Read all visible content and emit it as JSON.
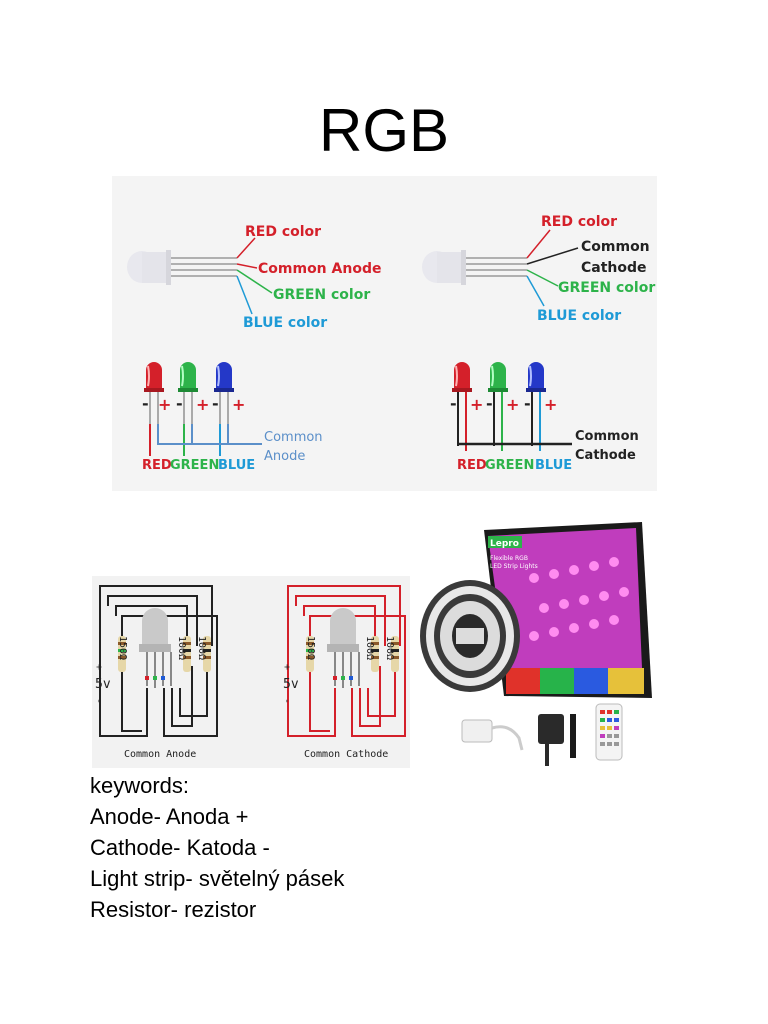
{
  "page": {
    "title": "RGB"
  },
  "top_diagram": {
    "left": {
      "red": "RED color",
      "common": "Common Anode",
      "green": "GREEN color",
      "blue": "BLUE color",
      "bottom_common_1": "Common",
      "bottom_common_2": "Anode"
    },
    "right": {
      "red": "RED color",
      "common_1": "Common",
      "common_2": "Cathode",
      "green": "GREEN color",
      "blue": "BLUE color",
      "bottom_common_1": "Common",
      "bottom_common_2": "Cathode"
    },
    "led_labels": {
      "red": "RED",
      "green": "GREEN",
      "blue": "BLUE"
    },
    "minus": "-",
    "plus": "+",
    "colors": {
      "red": "#d4202a",
      "green": "#2db34a",
      "blue": "#1e9ad6",
      "common": "#5b8fc9"
    }
  },
  "circuit": {
    "left_caption": "Common Anode",
    "right_caption": "Common Cathode",
    "voltage": "5v",
    "r1": "150Ω",
    "r2": "100Ω",
    "r3": "100Ω",
    "plus_sign": "+",
    "minus_sign": "-"
  },
  "product": {
    "brand": "Lepro",
    "tagline_1": "Flexible RGB",
    "tagline_2": "LED Strip Lights"
  },
  "keywords": {
    "heading": "keywords:",
    "lines": [
      "Anode- Anoda +",
      "Cathode- Katoda -",
      "Light strip- světelný pásek",
      "Resistor- rezistor"
    ]
  }
}
